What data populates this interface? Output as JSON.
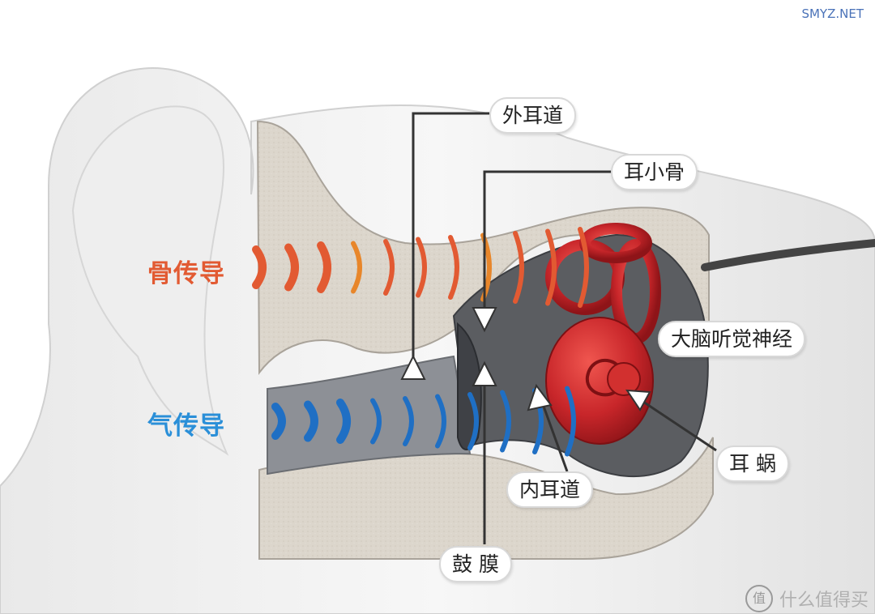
{
  "labels": {
    "bone_conduction": "骨传导",
    "air_conduction": "气传导",
    "outer_ear_canal": "外耳道",
    "ossicles": "耳小骨",
    "auditory_nerve": "大脑听觉神经",
    "cochlea": "耳 蜗",
    "inner_ear_canal": "内耳道",
    "eardrum": "鼓 膜"
  },
  "colors": {
    "bone_wave": "#e25a32",
    "bone_wave_alt": "#e8862a",
    "air_wave": "#1f6fc4",
    "cochlea": "#c8262a",
    "bone_tissue": "#d9d3c9",
    "ear_skin": "#f2f2f2"
  },
  "watermark": {
    "icon": "值",
    "text": "什么值得买",
    "site": "SMYZ.NET"
  }
}
